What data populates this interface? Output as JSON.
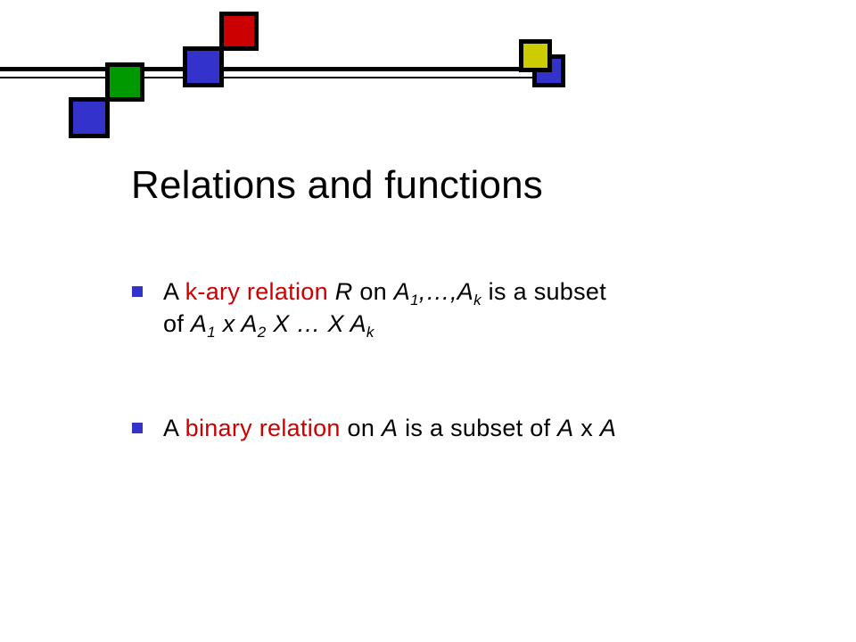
{
  "title": "Relations and functions",
  "bullets": [
    {
      "line1": {
        "p1": "A ",
        "p2": "k-ary relation",
        "p3": " ",
        "p4": "R",
        "p5": " on ",
        "p6": "A",
        "p7": "1",
        "p8": ",…,",
        "p9": "A",
        "p10": "k",
        "p11": " is a subset"
      },
      "line2": {
        "p1": "of ",
        "p2": "A",
        "p3": "1",
        "p4": " x A",
        "p5": "2",
        "p6": " X … X A",
        "p7": "k"
      }
    },
    {
      "p1": "A ",
      "p2": "binary relation",
      "p3": " on ",
      "p4": "A",
      "p5": " is a subset of ",
      "p6": "A",
      "p7": " x ",
      "p8": "A"
    }
  ],
  "decor_colors": {
    "blue": "#3333cc",
    "green": "#009900",
    "red": "#cc0000",
    "yellow": "#cccc00",
    "bullet": "#3333cc",
    "highlight_text": "#cc0000"
  }
}
